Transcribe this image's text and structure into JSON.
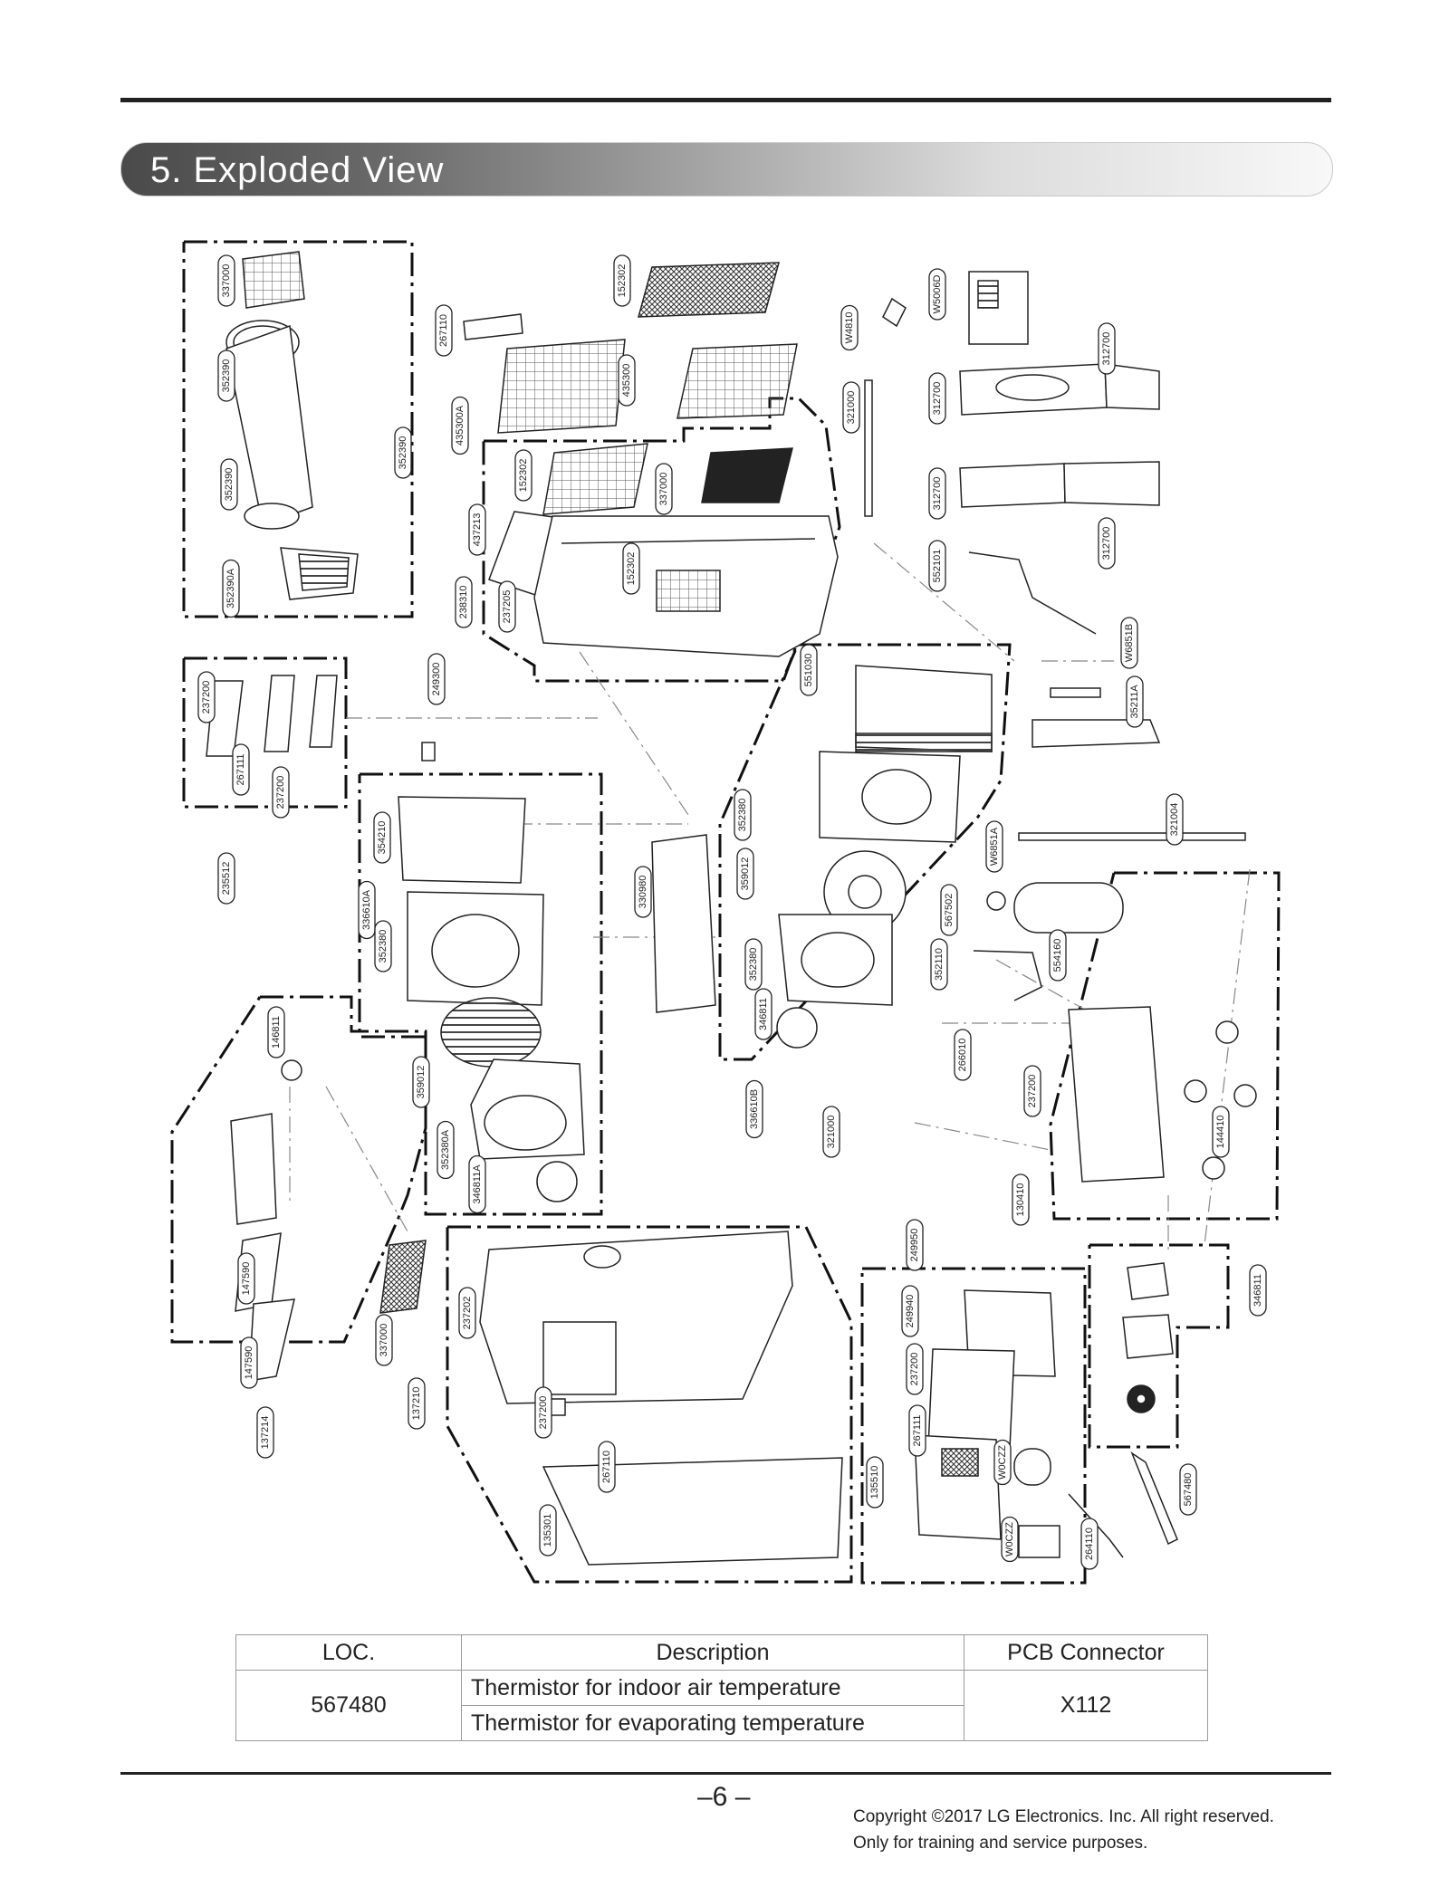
{
  "section": {
    "title": "5. Exploded View"
  },
  "parts": [
    "337000",
    "352390",
    "352390",
    "352390",
    "352390A",
    "267110",
    "435300A",
    "152302",
    "152302",
    "435300",
    "152302",
    "337000",
    "437213",
    "238310",
    "237205",
    "W4810",
    "W5006D",
    "321000",
    "312700",
    "312700",
    "312700",
    "312700",
    "552101",
    "W6851B",
    "35211A",
    "237200",
    "249300",
    "267111",
    "237200",
    "235512",
    "354210",
    "336610A",
    "352380",
    "359012",
    "352380A",
    "346811A",
    "330980",
    "551030",
    "352380",
    "359012",
    "352380",
    "346811",
    "W6851A",
    "321004",
    "567502",
    "352110",
    "554160",
    "266010",
    "237200",
    "144410",
    "130410",
    "336610B",
    "321000",
    "146811",
    "147590",
    "147590",
    "337000",
    "137214",
    "237202",
    "137210",
    "237200",
    "267110",
    "135301",
    "249950",
    "249940",
    "237200",
    "267111",
    "135510",
    "W0CZZ",
    "W0CZZ",
    "264110",
    "567480",
    "346811"
  ],
  "table": {
    "headers": {
      "loc": "LOC.",
      "description": "Description",
      "connector": "PCB Connector"
    },
    "rows": [
      {
        "loc": "567480",
        "descriptions": [
          "Thermistor for indoor air temperature",
          "Thermistor for evaporating temperature"
        ],
        "connector": "X112"
      }
    ]
  },
  "footer": {
    "page_number": "–6 –",
    "copyright_line1": "Copyright ©2017 LG Electronics. Inc. All right reserved.",
    "copyright_line2": "Only for training and service purposes."
  }
}
